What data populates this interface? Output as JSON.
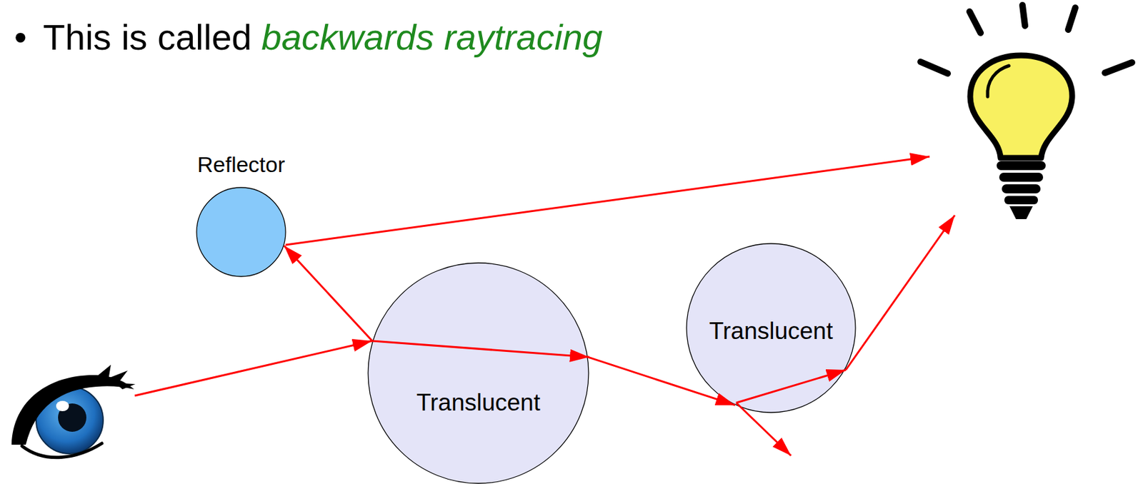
{
  "diagram": {
    "nodes": [
      {
        "text": [
          "Reflector"
        ]
      },
      {
        "text": [
          "Translucent"
        ]
      },
      {
        "text": [
          "Translucent"
        ]
      }
    ],
    "edges": [
      {
        "from": 1,
        "to": 0,
        "arrow": "to"
      },
      {
        "from": 1,
        "to": 2,
        "arrow": "to"
      }
    ],
    "labels": [
      "•",
      "This is called",
      "backwards raytracing"
    ]
  }
}
